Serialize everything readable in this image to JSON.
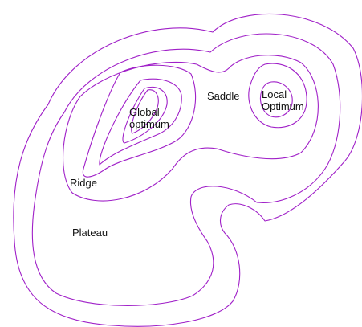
{
  "colors": {
    "contour": "#a020c8",
    "background": "#ffffff",
    "text": "#111111"
  },
  "labels": {
    "global_line1": "Global",
    "global_line2": "optimum",
    "saddle": "Saddle",
    "local_line1": "Local",
    "local_line2": "Optimum",
    "ridge": "Ridge",
    "plateau": "Plateau"
  }
}
